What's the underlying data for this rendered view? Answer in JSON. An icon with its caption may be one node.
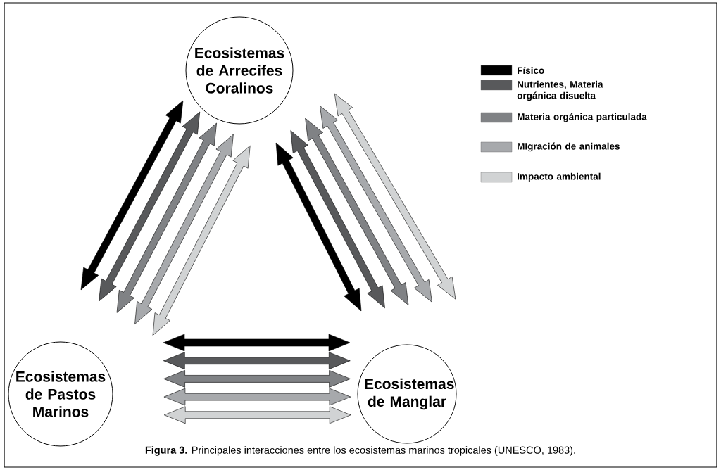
{
  "diagram": {
    "caption": "**Figura 3.**  Principales interacciones entre los ecosistemas marinos tropicales (UNESCO, 1983).",
    "nodes": [
      {
        "text": [
          "Ecosistemas de Arrecifes Coralinos"
        ]
      },
      {
        "text": [
          "Ecosistemas de Pastos Marinos"
        ]
      },
      {
        "text": [
          "Ecosistemas de Manglar"
        ]
      }
    ],
    "edges": [
      {
        "from": 0,
        "to": 1,
        "arrow": "both",
        "color": "#000000"
      },
      {
        "from": 0,
        "to": 1,
        "arrow": "both",
        "color": "#58595b"
      },
      {
        "from": 0,
        "to": 1,
        "arrow": "both",
        "color": "#808285"
      },
      {
        "from": 0,
        "to": 1,
        "arrow": "both",
        "color": "#a7a9ac"
      },
      {
        "from": 0,
        "to": 1,
        "arrow": "both",
        "color": "#d1d3d4"
      },
      {
        "from": 0,
        "to": 2,
        "arrow": "both",
        "color": "#000000"
      },
      {
        "from": 0,
        "to": 2,
        "arrow": "both",
        "color": "#58595b"
      },
      {
        "from": 0,
        "to": 2,
        "arrow": "both",
        "color": "#808285"
      },
      {
        "from": 0,
        "to": 2,
        "arrow": "both",
        "color": "#a7a9ac"
      },
      {
        "from": 0,
        "to": 2,
        "arrow": "both",
        "color": "#d1d3d4"
      },
      {
        "from": 1,
        "to": 2,
        "arrow": "both",
        "color": "#000000"
      },
      {
        "from": 1,
        "to": 2,
        "arrow": "both",
        "color": "#58595b"
      },
      {
        "from": 1,
        "to": 2,
        "arrow": "both",
        "color": "#808285"
      },
      {
        "from": 1,
        "to": 2,
        "arrow": "both",
        "color": "#a7a9ac"
      },
      {
        "from": 1,
        "to": 2,
        "arrow": "both",
        "color": "#d1d3d4"
      }
    ],
    "legend": [
      {
        "text": "Físico",
        "color": "#000000"
      },
      {
        "text": "Nutrientes, Materia orgánica disuelta",
        "color": "#58595b"
      },
      {
        "text": "Materia orgánica particulada",
        "color": "#808285"
      },
      {
        "text": "MIgración de animales",
        "color": "#a7a9ac"
      },
      {
        "text": "Impacto ambiental",
        "color": "#d1d3d4"
      }
    ]
  }
}
